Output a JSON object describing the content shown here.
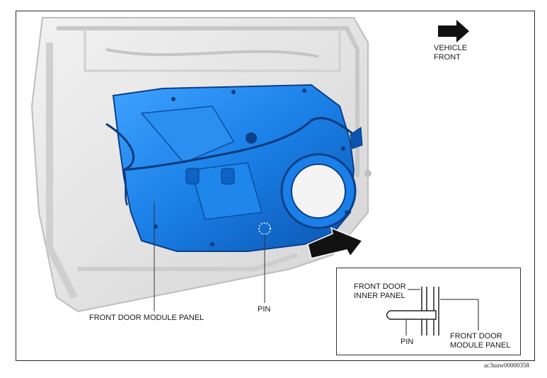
{
  "labels": {
    "vehicle_front": "VEHICLE\nFRONT",
    "module_panel": "FRONT DOOR MODULE PANEL",
    "pin": "PIN",
    "inset_inner_panel": "FRONT DOOR\nINNER PANEL",
    "inset_pin": "PIN",
    "inset_module_panel": "FRONT DOOR\nMODULE PANEL",
    "figure_code": "ac3uuw00000358"
  },
  "colors": {
    "module_panel": "#1a7fe6",
    "door_frame": "#e6e6e6",
    "arrow": "#111111"
  },
  "icons": {
    "direction_arrow": "arrow-right-icon",
    "removal_arrow": "arrow-down-right-icon"
  }
}
